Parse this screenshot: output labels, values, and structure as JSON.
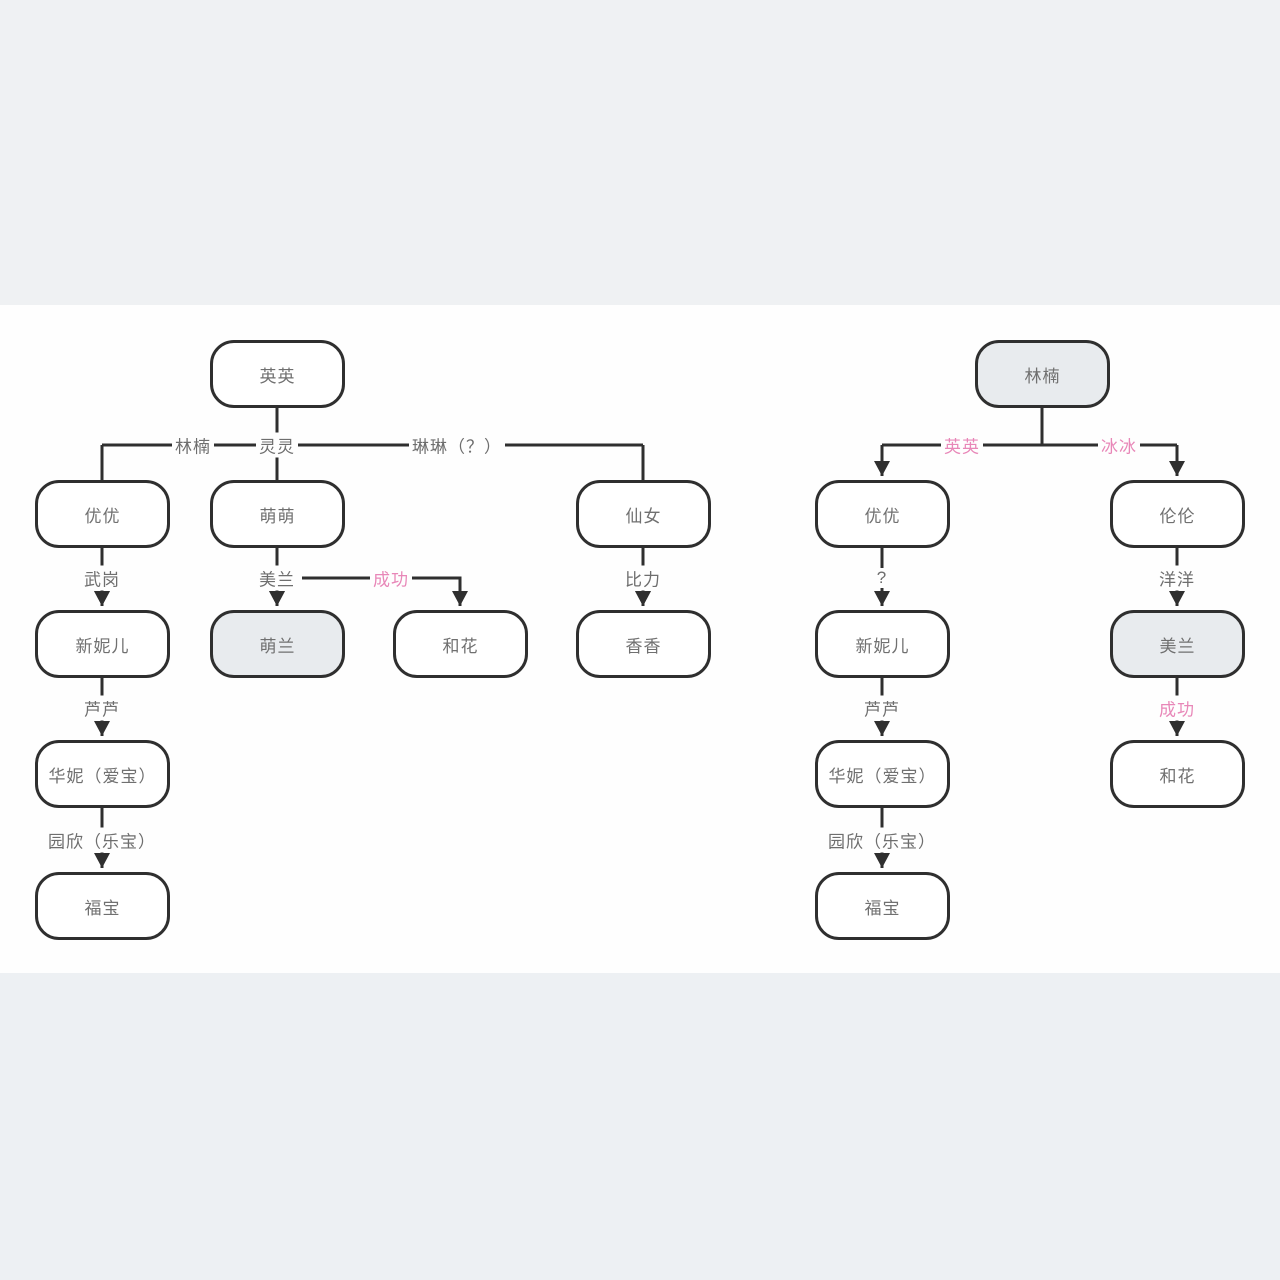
{
  "page": {
    "background_top": "#eff1f3",
    "background_bottom": "#edf0f3",
    "canvas_background": "#fefefe"
  },
  "colors": {
    "line": "#2f2f2f",
    "node_border": "#2f2f2f",
    "node_text": "#707070",
    "edge_label_text": "#6e6e6e",
    "accent_pink": "#e887b8",
    "shaded_node_fill": "#e8ebee"
  },
  "left_tree": {
    "nodes": {
      "yingying": "英英",
      "youyou": "优优",
      "mengmeng": "萌萌",
      "xiannv": "仙女",
      "xinnier": "新妮儿",
      "menglan": "萌兰",
      "hehua": "和花",
      "xiangxiang": "香香",
      "huani": "华妮（爱宝）",
      "fubao": "福宝"
    },
    "edge_labels": {
      "linnan": "林楠",
      "lingling": "灵灵",
      "linlin": "琳琳（？）",
      "wugang": "武岗",
      "meilan": "美兰",
      "chenggong": "成功",
      "bili": "比力",
      "lulu": "芦芦",
      "yuanxin": "园欣（乐宝）"
    }
  },
  "right_tree": {
    "nodes": {
      "linnan": "林楠",
      "youyou": "优优",
      "lunlun": "伦伦",
      "xinnier": "新妮儿",
      "meilan": "美兰",
      "huani": "华妮（爱宝）",
      "hehua": "和花",
      "fubao": "福宝"
    },
    "edge_labels": {
      "yingying": "英英",
      "bingbing": "冰冰",
      "question": "?",
      "yangyang": "洋洋",
      "lulu": "芦芦",
      "chenggong": "成功",
      "yuanxin": "园欣（乐宝）"
    }
  },
  "edges": [
    {
      "tree": "left",
      "from": "英英",
      "to": "优优",
      "label": "林楠"
    },
    {
      "tree": "left",
      "from": "英英",
      "to": "萌萌",
      "label": "灵灵"
    },
    {
      "tree": "left",
      "from": "英英",
      "to": "仙女",
      "label": "琳琳（？）"
    },
    {
      "tree": "left",
      "from": "优优",
      "to": "新妮儿",
      "label": "武岗"
    },
    {
      "tree": "left",
      "from": "萌萌",
      "to": "萌兰",
      "label": "美兰"
    },
    {
      "tree": "left",
      "from": "萌萌",
      "to": "和花",
      "label": "成功"
    },
    {
      "tree": "left",
      "from": "仙女",
      "to": "香香",
      "label": "比力"
    },
    {
      "tree": "left",
      "from": "新妮儿",
      "to": "华妮（爱宝）",
      "label": "芦芦"
    },
    {
      "tree": "left",
      "from": "华妮（爱宝）",
      "to": "福宝",
      "label": "园欣（乐宝）"
    },
    {
      "tree": "right",
      "from": "林楠",
      "to": "优优",
      "label": "英英"
    },
    {
      "tree": "right",
      "from": "林楠",
      "to": "伦伦",
      "label": "冰冰"
    },
    {
      "tree": "right",
      "from": "优优",
      "to": "新妮儿",
      "label": "?"
    },
    {
      "tree": "right",
      "from": "伦伦",
      "to": "美兰",
      "label": "洋洋"
    },
    {
      "tree": "right",
      "from": "新妮儿",
      "to": "华妮（爱宝）",
      "label": "芦芦"
    },
    {
      "tree": "right",
      "from": "美兰",
      "to": "和花",
      "label": "成功"
    },
    {
      "tree": "right",
      "from": "华妮（爱宝）",
      "to": "福宝",
      "label": "园欣（乐宝）"
    }
  ]
}
